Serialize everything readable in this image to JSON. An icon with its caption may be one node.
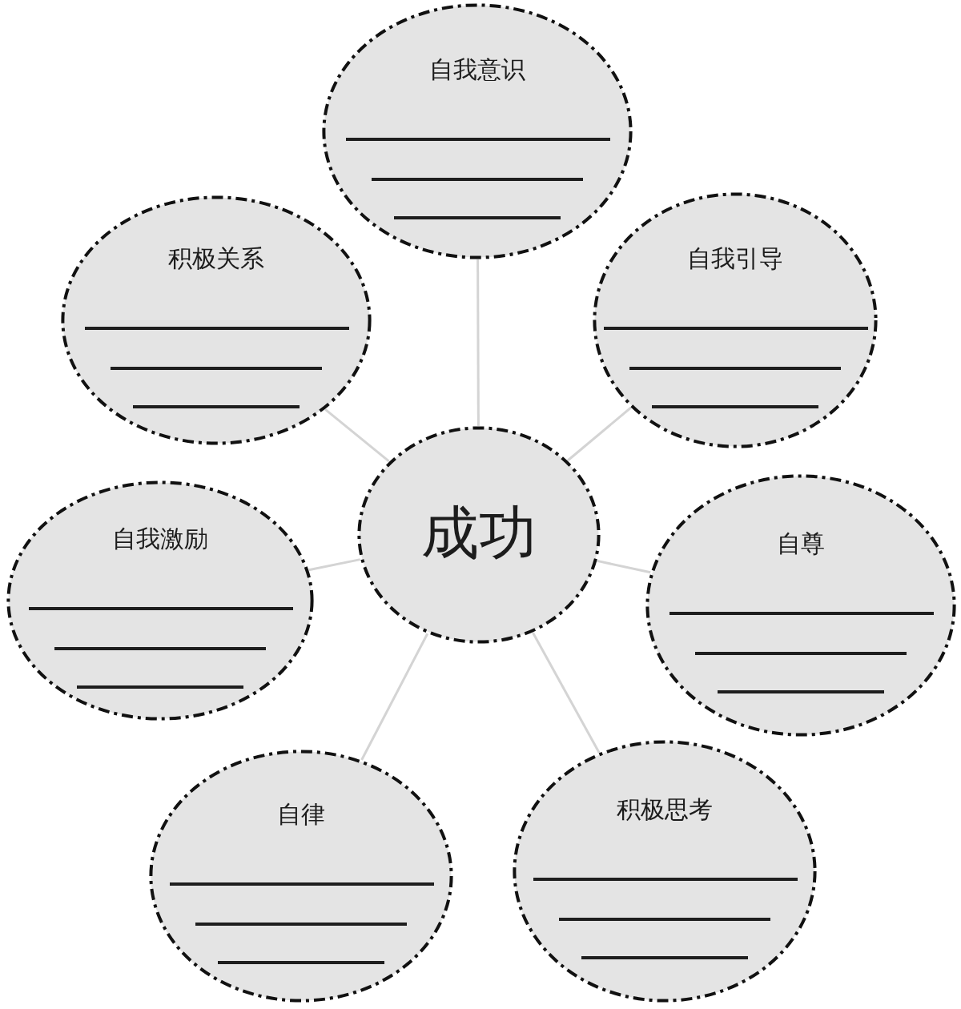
{
  "diagram": {
    "nodes": [
      {
        "text": [
          "成功"
        ]
      },
      {
        "text": [
          "自我意识"
        ]
      },
      {
        "text": [
          "自我引导"
        ]
      },
      {
        "text": [
          "自尊"
        ]
      },
      {
        "text": [
          "积极思考"
        ]
      },
      {
        "text": [
          "自律"
        ]
      },
      {
        "text": [
          "自我激励"
        ]
      },
      {
        "text": [
          "积极关系"
        ]
      }
    ],
    "edges": [
      {
        "from": 0,
        "to": 1,
        "arrow": "none"
      },
      {
        "from": 0,
        "to": 2,
        "arrow": "none"
      },
      {
        "from": 0,
        "to": 3,
        "arrow": "none"
      },
      {
        "from": 0,
        "to": 4,
        "arrow": "none"
      },
      {
        "from": 0,
        "to": 5,
        "arrow": "none"
      },
      {
        "from": 0,
        "to": 6,
        "arrow": "none"
      },
      {
        "from": 0,
        "to": 7,
        "arrow": "none"
      }
    ]
  }
}
